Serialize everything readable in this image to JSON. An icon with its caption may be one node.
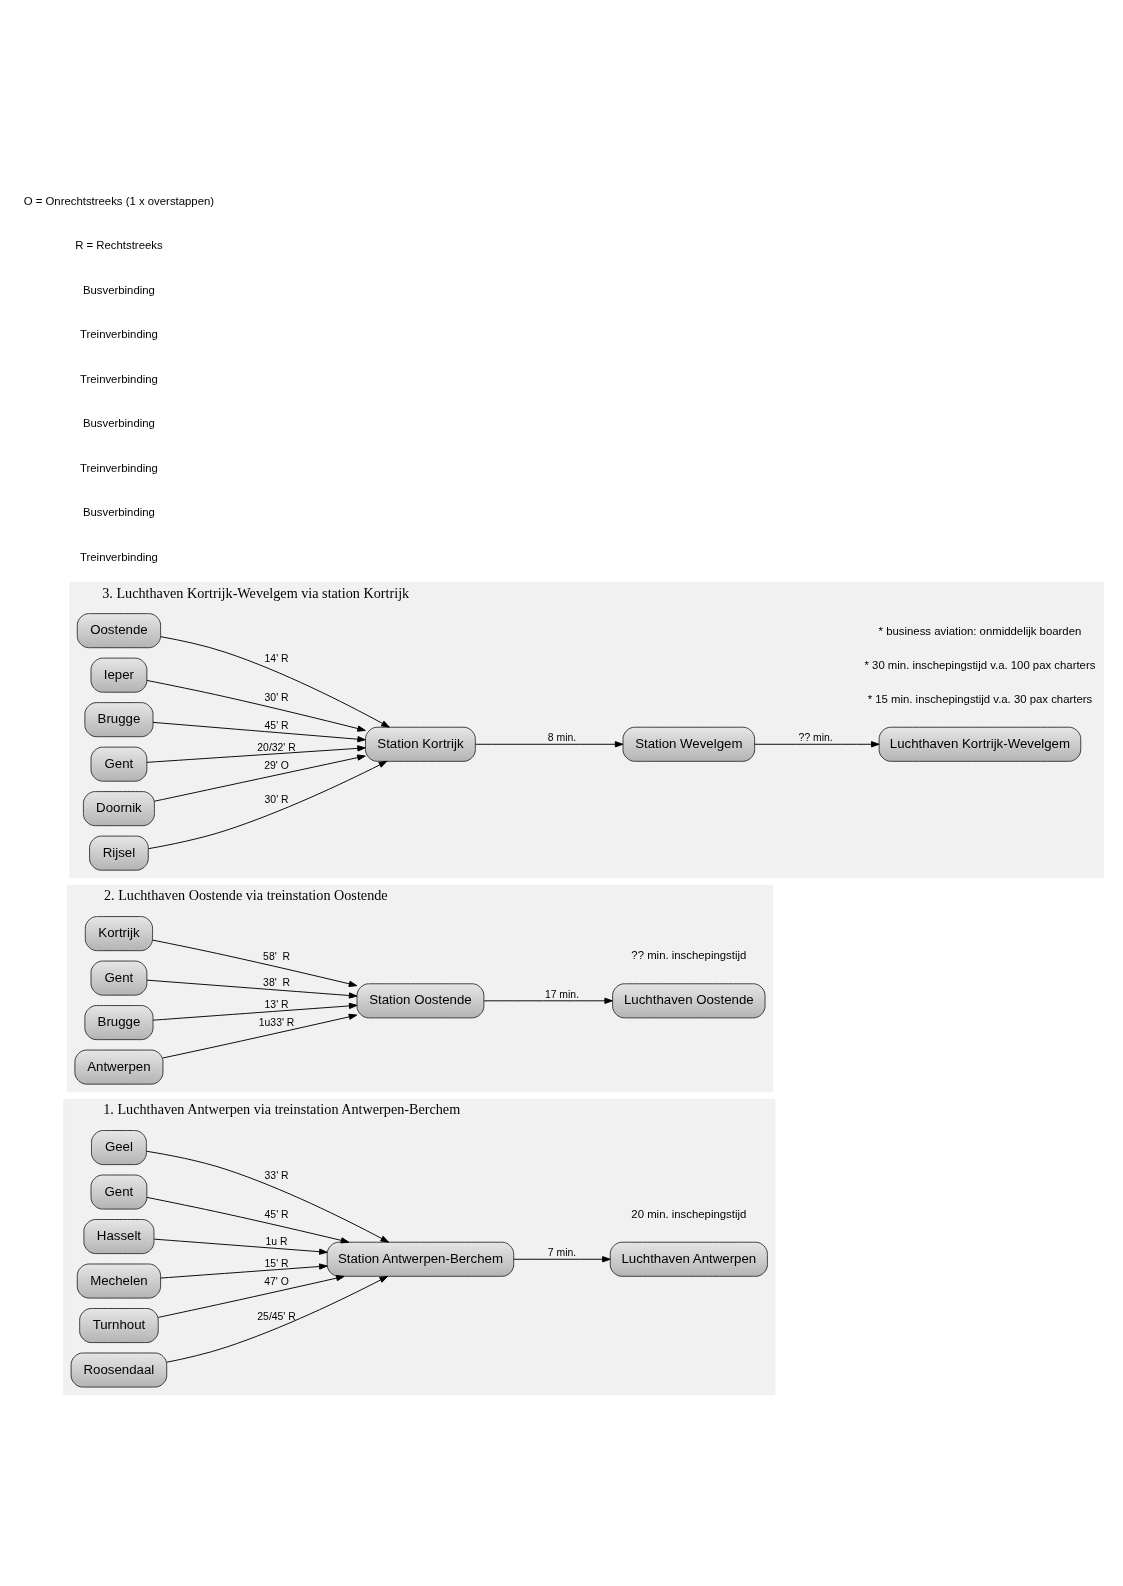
{
  "diagram": {
    "nodes": [
      {
        "text": [
          "1. Luchthaven Antwerpen via treinstation Antwerpen-Berchem"
        ]
      },
      {
        "text": [
          "Geel"
        ],
        "in": 0
      },
      {
        "text": [
          "Gent"
        ],
        "in": 0
      },
      {
        "text": [
          "Hasselt"
        ],
        "in": 0
      },
      {
        "text": [
          "Mechelen"
        ],
        "in": 0
      },
      {
        "text": [
          "Turnhout"
        ],
        "in": 0
      },
      {
        "text": [
          "Roosendaal"
        ],
        "in": 0
      },
      {
        "text": [
          "Station Antwerpen-Berchem"
        ],
        "in": 0
      },
      {
        "text": [
          "Luchthaven Antwerpen"
        ],
        "in": 0,
        "beside": [
          "20 min. inschepingstijd"
        ]
      },
      {
        "text": [
          "2. Luchthaven Oostende via treinstation Oostende"
        ]
      },
      {
        "text": [
          "Kortrijk"
        ],
        "in": 9
      },
      {
        "text": [
          "Gent"
        ],
        "in": 9
      },
      {
        "text": [
          "Brugge"
        ],
        "in": 9
      },
      {
        "text": [
          "Antwerpen"
        ],
        "in": 9
      },
      {
        "text": [
          "Station Oostende"
        ],
        "in": 9
      },
      {
        "text": [
          "Luchthaven Oostende"
        ],
        "in": 9,
        "beside": [
          "?? min. inschepingstijd"
        ]
      },
      {
        "text": [
          "3. Luchthaven Kortrijk-Wevelgem via station Kortrijk"
        ]
      },
      {
        "text": [
          "Oostende"
        ],
        "in": 16
      },
      {
        "text": [
          "Ieper"
        ],
        "in": 16
      },
      {
        "text": [
          "Brugge"
        ],
        "in": 16
      },
      {
        "text": [
          "Gent"
        ],
        "in": 16
      },
      {
        "text": [
          "Doornik"
        ],
        "in": 16
      },
      {
        "text": [
          "Rijsel"
        ],
        "in": 16
      },
      {
        "text": [
          "Station Kortrijk"
        ],
        "in": 16
      },
      {
        "text": [
          "Station Wevelgem"
        ],
        "in": 16
      },
      {
        "text": [
          "Luchthaven Kortrijk-Wevelgem"
        ],
        "in": 16,
        "beside": [
          "* 15 min. inschepingstijd v.a. 30 pax charters",
          "* 30 min. inschepingstijd v.a. 100 pax charters",
          "* business aviation: onmiddelijk boarden"
        ]
      }
    ],
    "edges": [
      {
        "from": 1,
        "to": 7,
        "arrow": "to",
        "label": "33' R"
      },
      {
        "from": 2,
        "to": 7,
        "arrow": "to",
        "label": "45' R"
      },
      {
        "from": 3,
        "to": 7,
        "arrow": "to",
        "label": "1u R"
      },
      {
        "from": 4,
        "to": 7,
        "arrow": "to",
        "label": "15' R"
      },
      {
        "from": 5,
        "to": 7,
        "arrow": "to",
        "label": "47' O"
      },
      {
        "from": 6,
        "to": 7,
        "arrow": "to",
        "label": "25/45' R"
      },
      {
        "from": 7,
        "to": 8,
        "arrow": "to",
        "label": "7 min."
      },
      {
        "from": 10,
        "to": 14,
        "arrow": "to",
        "label": "58'  R"
      },
      {
        "from": 11,
        "to": 14,
        "arrow": "to",
        "label": "38'  R"
      },
      {
        "from": 12,
        "to": 14,
        "arrow": "to",
        "label": "13' R"
      },
      {
        "from": 13,
        "to": 14,
        "arrow": "to",
        "label": "1u33' R"
      },
      {
        "from": 14,
        "to": 15,
        "arrow": "to",
        "label": "17 min."
      },
      {
        "from": 17,
        "to": 23,
        "arrow": "to",
        "label": "14' R"
      },
      {
        "from": 18,
        "to": 23,
        "arrow": "to",
        "label": "30' R"
      },
      {
        "from": 19,
        "to": 23,
        "arrow": "to",
        "label": "45' R"
      },
      {
        "from": 20,
        "to": 23,
        "arrow": "to",
        "label": "20/32' R"
      },
      {
        "from": 21,
        "to": 23,
        "arrow": "to",
        "label": "29' O"
      },
      {
        "from": 22,
        "to": 23,
        "arrow": "to",
        "label": "30' R"
      },
      {
        "from": 23,
        "to": 24,
        "arrow": "to",
        "label": "8 min."
      },
      {
        "from": 24,
        "to": 25,
        "arrow": "to",
        "label": "?? min."
      }
    ],
    "labels": [
      "Treinverbinding",
      "Busverbinding",
      "Treinverbinding",
      "Busverbinding",
      "Treinverbinding",
      "Treinverbinding",
      "Busverbinding",
      "R = Rechtstreeks",
      "O = Onrechtstreeks (1 x overstappen)"
    ]
  }
}
